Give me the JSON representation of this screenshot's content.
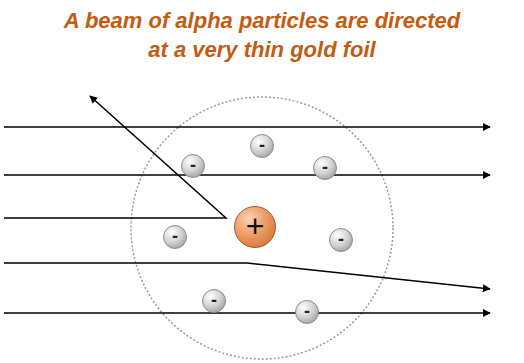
{
  "diagram": {
    "title": "A beam of alpha particles are directed at a very thin gold foil",
    "nodes": [
      {
        "text": [
          "-"
        ]
      },
      {
        "text": [
          "-"
        ]
      },
      {
        "text": [
          "-"
        ]
      },
      {
        "text": [
          "-"
        ]
      },
      {
        "text": [
          "+"
        ]
      },
      {
        "text": [
          "-"
        ]
      },
      {
        "text": [
          "-"
        ]
      },
      {
        "text": [
          "-"
        ]
      }
    ]
  }
}
